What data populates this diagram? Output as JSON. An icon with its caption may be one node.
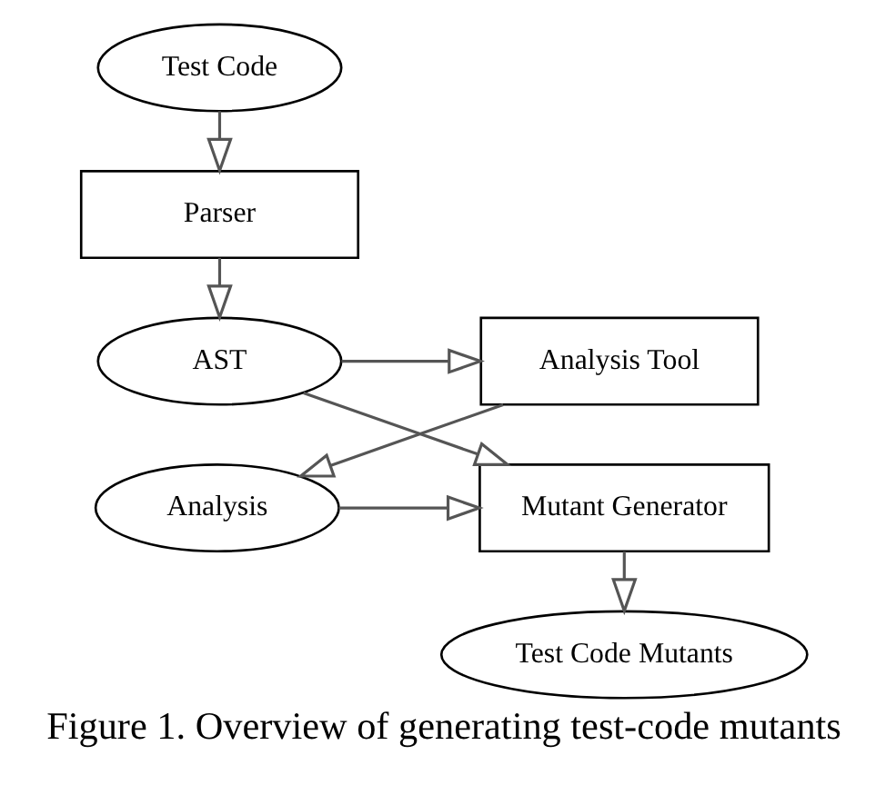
{
  "diagram": {
    "caption": "Figure 1. Overview of generating test-code mutants",
    "nodes": [
      {
        "text": [
          "Test Code"
        ]
      },
      {
        "text": [
          "Parser"
        ]
      },
      {
        "text": [
          "AST"
        ]
      },
      {
        "text": [
          "Analysis Tool"
        ]
      },
      {
        "text": [
          "Mutant Generator"
        ]
      },
      {
        "text": [
          "Analysis"
        ]
      },
      {
        "text": [
          "Test Code Mutants"
        ]
      }
    ],
    "edges": [
      {
        "from": 0,
        "to": 1,
        "arrow": "to"
      },
      {
        "from": 1,
        "to": 2,
        "arrow": "to"
      },
      {
        "from": 2,
        "to": 3,
        "arrow": "to"
      },
      {
        "from": 2,
        "to": 4,
        "arrow": "to"
      },
      {
        "from": 3,
        "to": 5,
        "arrow": "to"
      },
      {
        "from": 5,
        "to": 4,
        "arrow": "to"
      },
      {
        "from": 4,
        "to": 6,
        "arrow": "to"
      }
    ]
  }
}
